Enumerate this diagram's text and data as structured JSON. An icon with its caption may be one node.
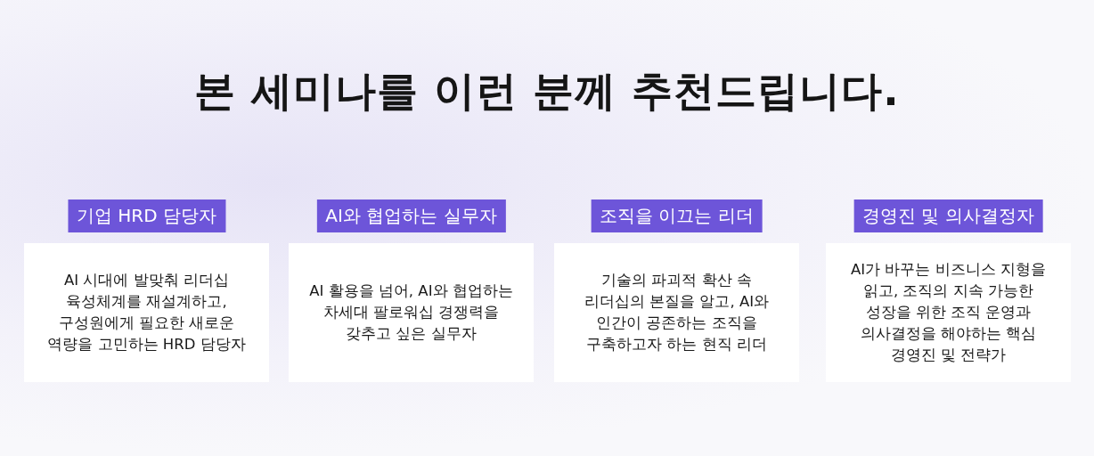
{
  "diagram": {
    "title": "본 세미나를 이런 분께 추천드립니다.",
    "nodes": [
      {
        "text": [
          "기업 HRD 담당자",
          "AI 시대에 발맞춰 리더십 육성체계를 재설계하고, 구성원에게 필요한 새로운 역량을 고민하는 HRD 담당자"
        ]
      },
      {
        "text": [
          "AI와 협업하는 실무자",
          "AI 활용을 넘어, AI와 협업하는 차세대 팔로워십 경쟁력을 갖추고 싶은 실무자"
        ]
      },
      {
        "text": [
          "조직을 이끄는 리더",
          "기술의 파괴적 확산 속 리더십의 본질을 알고, AI와 인간이 공존하는 조직을 구축하고자 하는 현직 리더"
        ]
      },
      {
        "text": [
          "경영진 및 의사결정자",
          "AI가 바꾸는 비즈니스 지형을 읽고, 조직의 지속 가능한 성장을 위한 조직 운영과 의사결정을 해야하는 핵심 경영진 및 전략가"
        ]
      }
    ]
  }
}
